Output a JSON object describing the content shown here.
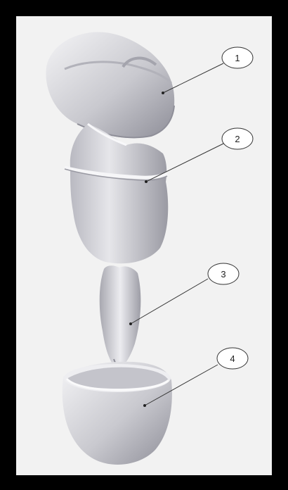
{
  "diagram": {
    "callouts": [
      {
        "label": "1"
      },
      {
        "label": "2"
      },
      {
        "label": "3"
      },
      {
        "label": "4"
      }
    ]
  },
  "colors": {
    "frame": "#000000",
    "background": "#f2f2f2",
    "part_fill": "#d8d8dc",
    "part_shadow": "#9c9ca4",
    "leader": "#333333"
  }
}
